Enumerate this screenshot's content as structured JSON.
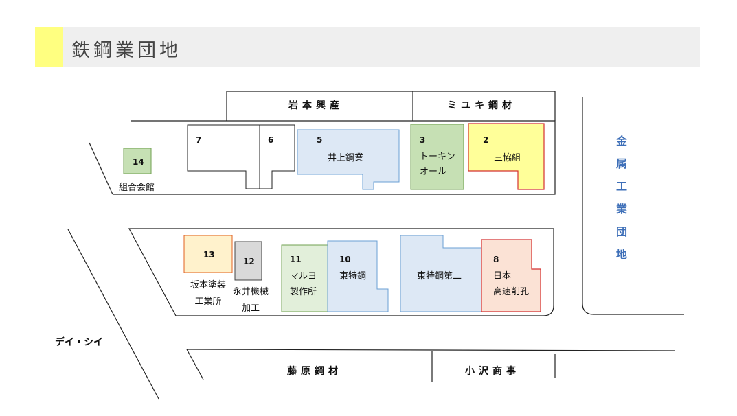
{
  "title": "鉄鋼業団地",
  "streets": {
    "top_left": "岩本興産",
    "top_right": "ミユキ鋼材",
    "bottom_left": "藤原鋼材",
    "bottom_right": "小沢商事",
    "left_side": "デイ・シイ",
    "right_side_chars": [
      "金",
      "属",
      "工",
      "業",
      "団",
      "地"
    ]
  },
  "lots": {
    "l14": {
      "num": "14",
      "name": "組合会館"
    },
    "l7": {
      "num": "7"
    },
    "l6": {
      "num": "6"
    },
    "l5": {
      "num": "5",
      "name": "井上鋼業"
    },
    "l3": {
      "num": "3",
      "name1": "トーキン",
      "name2": "オール"
    },
    "l2": {
      "num": "2",
      "name": "三協組"
    },
    "l13": {
      "num": "13",
      "name1": "坂本塗装",
      "name2": "工業所"
    },
    "l12": {
      "num": "12",
      "name1": "永井機械",
      "name2": "加工"
    },
    "l11": {
      "num": "11",
      "name1": "マルヨ",
      "name2": "製作所"
    },
    "l10": {
      "num": "10",
      "name": "東特鋼"
    },
    "l9": {
      "name": "東特鋼第二"
    },
    "l8": {
      "num": "8",
      "name1": "日本",
      "name2": "高速削孔"
    }
  },
  "colors": {
    "title_accent": "#ffff80",
    "blue_fill": "#dde8f5",
    "blue_stroke": "#6a9fd4",
    "green_fill": "#c6e0b4",
    "green_stroke": "#70a050",
    "light_green_fill": "#e2efda",
    "yellow_fill": "#ffff99",
    "red_stroke": "#d43030",
    "peach_fill": "#fbe2d5",
    "cream_fill": "#fff2cc",
    "cream_stroke": "#e06020",
    "gray_fill": "#d9d9d9",
    "metal_text": "#3e6fb8"
  }
}
